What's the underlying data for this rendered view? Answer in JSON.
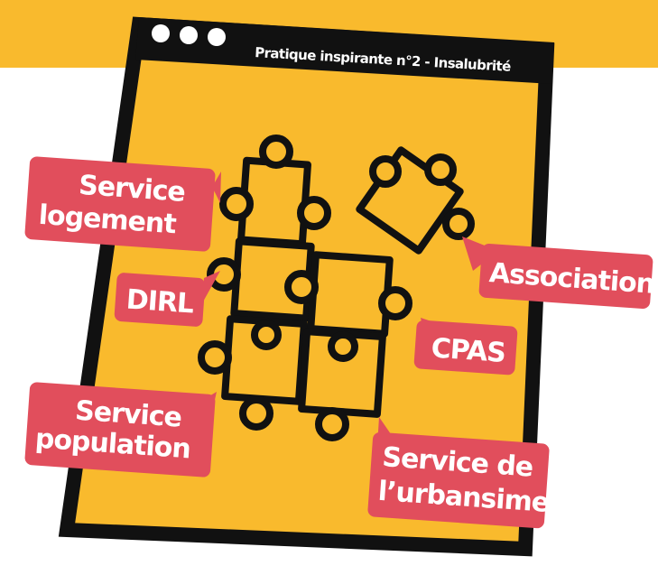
{
  "window": {
    "title": "Pratique inspirante n°2 - Insalubrité",
    "controls": [
      "window-dot-icon",
      "window-dot-icon",
      "window-dot-icon"
    ]
  },
  "labels": {
    "service_logement": [
      "Service",
      "logement"
    ],
    "dirl": [
      "DIRL"
    ],
    "service_population": [
      "Service",
      "population"
    ],
    "associations": [
      "Associations"
    ],
    "cpas": [
      "CPAS"
    ],
    "service_urbanisme": [
      "Service de",
      "l’urbansime"
    ]
  },
  "colors": {
    "band": "#f9ba2d",
    "window_fill": "#f9ba2d",
    "frame": "#111111",
    "label_fill": "#e14e5c",
    "label_text": "#ffffff"
  }
}
